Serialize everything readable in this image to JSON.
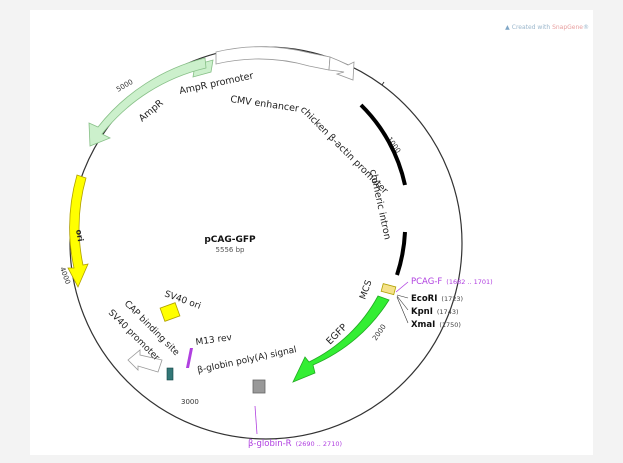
{
  "watermark": {
    "prefix": "Created with ",
    "brand": "SnapGene",
    "suffix": "®"
  },
  "plasmid": {
    "name": "pCAG-GFP",
    "size": "5556 bp"
  },
  "ticks": [
    "1000",
    "2000",
    "3000",
    "4000",
    "5000"
  ],
  "features": {
    "cmv_enhancer": "CMV enhancer",
    "chicken_promoter": "chicken β-actin promoter",
    "chimeric_intron": "chimeric intron",
    "mcs": "MCS",
    "egfp": "EGFP",
    "beta_globin_signal": "β-globin poly(A) signal",
    "m13_rev": "M13 rev",
    "cap_binding": "CAP binding site",
    "sv40_promoter": "SV40 promoter",
    "sv40_ori": "SV40 ori",
    "ori": "ori",
    "ampr": "AmpR",
    "ampr_promoter": "AmpR promoter"
  },
  "sites": [
    {
      "name": "PCAG-F",
      "pos": "(1682 .. 1701)"
    },
    {
      "name": "EcoRI",
      "pos": "(1723)"
    },
    {
      "name": "KpnI",
      "pos": "(1743)"
    },
    {
      "name": "XmaI",
      "pos": "(1750)"
    },
    {
      "name": "β-globin-R",
      "pos": "(2690 .. 2710)"
    }
  ],
  "colors": {
    "backbone": "#333333",
    "ampr_fill": "#ccf0cc",
    "ampr_stroke": "#88c088",
    "ori_fill": "#ffff00",
    "ori_stroke": "#b0a000",
    "egfp_fill": "#33ee33",
    "promoter_fill": "#ffffff",
    "promoter_stroke": "#999999",
    "intron": "#000000",
    "primer": "#b040e0",
    "terminator": "#999999",
    "cap": "#337777",
    "mcs": "#f5e28a"
  }
}
